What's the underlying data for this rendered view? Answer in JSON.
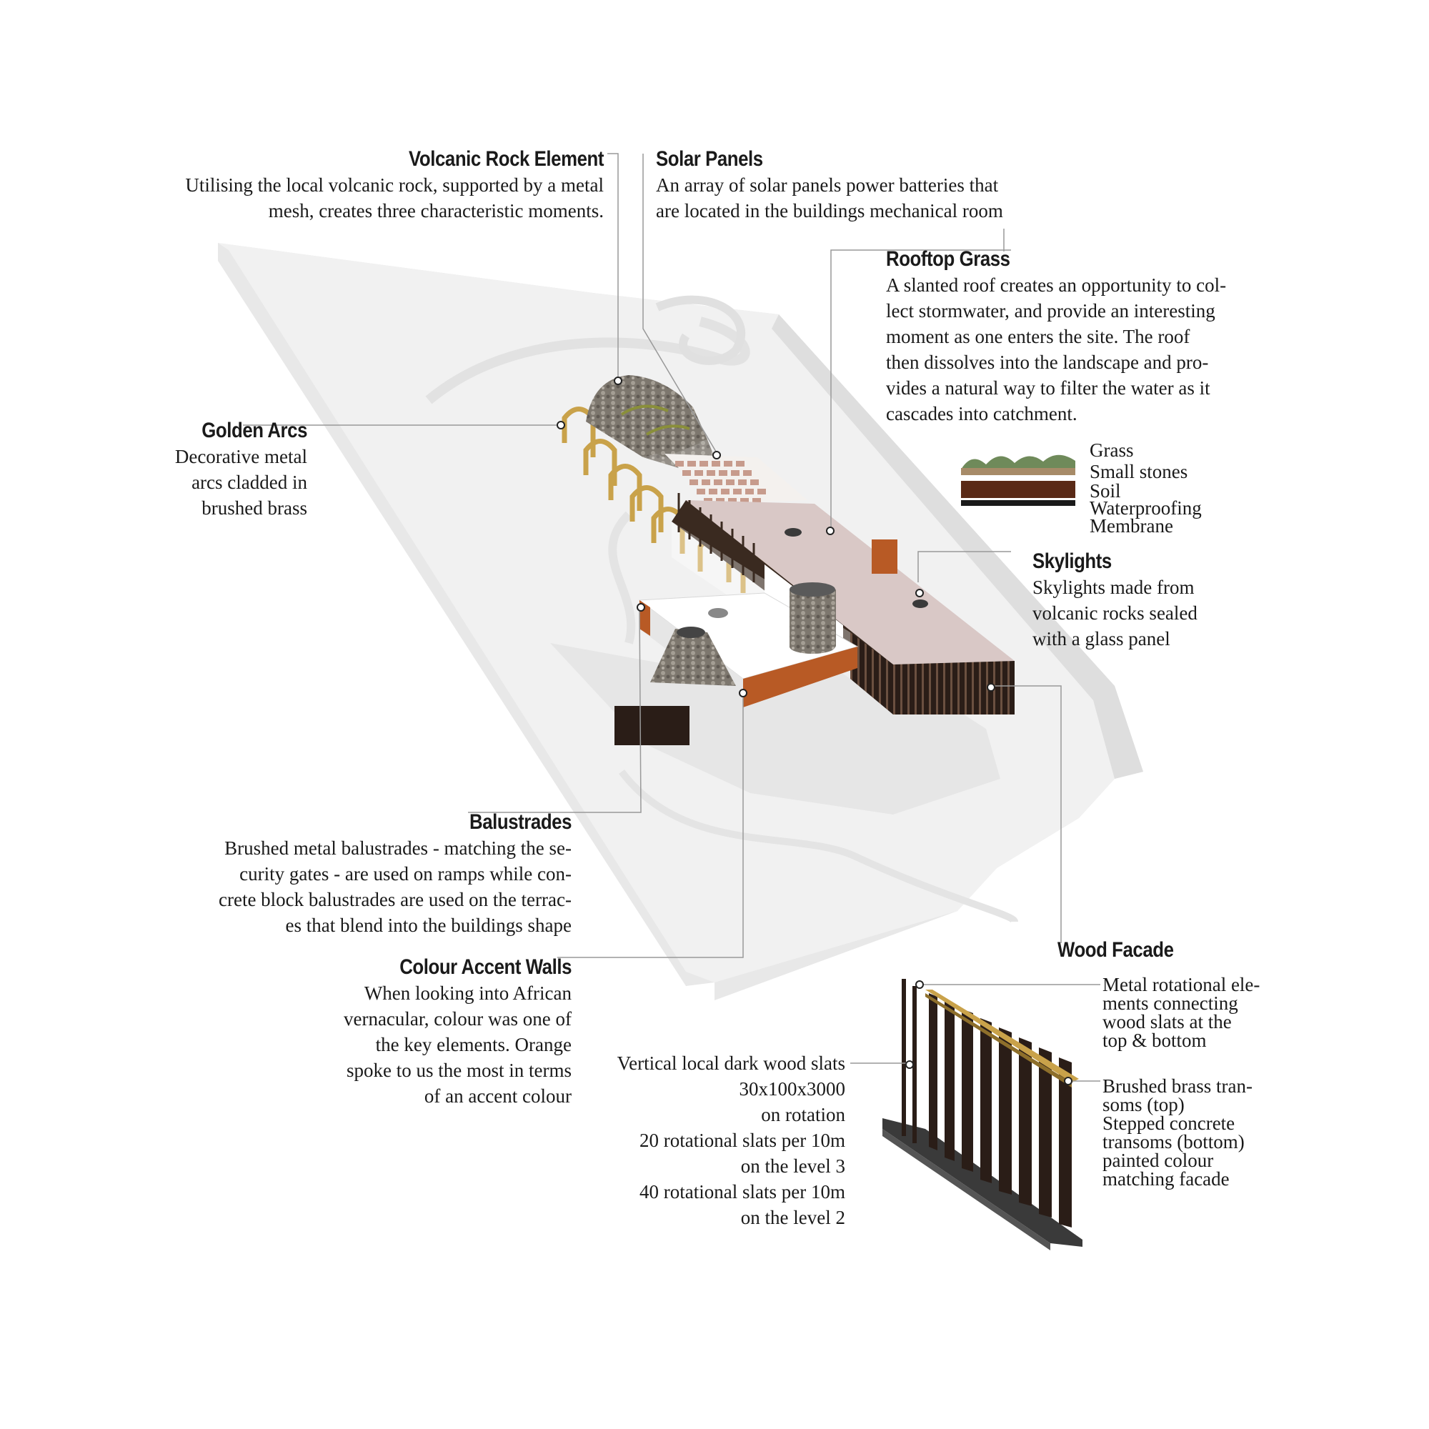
{
  "callouts": {
    "volcanic": {
      "title": "Volcanic Rock Element",
      "lines": [
        "Utilising the local volcanic rock, supported by a metal",
        "mesh, creates three characteristic moments."
      ]
    },
    "solar": {
      "title": "Solar Panels",
      "lines": [
        "An array of solar panels power batteries that",
        "are located in the buildings mechanical room"
      ]
    },
    "rooftop": {
      "title": "Rooftop Grass",
      "lines": [
        "A slanted roof creates an opportunity to col-",
        "lect stormwater, and provide an interesting",
        "moment as one enters the site. The roof",
        "then dissolves into the landscape and pro-",
        "vides a natural way to filter the water as it",
        "cascades into catchment."
      ]
    },
    "arcs": {
      "title": "Golden Arcs",
      "lines": [
        "Decorative metal",
        "arcs cladded in",
        "brushed brass"
      ]
    },
    "skylights": {
      "title": "Skylights",
      "lines": [
        "Skylights made from",
        "volcanic rocks sealed",
        "with a glass panel"
      ]
    },
    "balustrades": {
      "title": "Balustrades",
      "lines": [
        "Brushed metal balustrades - matching the se-",
        "curity gates - are used on ramps while con-",
        "crete block balustrades are used on the terrac-",
        "es that blend into the buildings shape"
      ]
    },
    "accent": {
      "title": "Colour Accent Walls",
      "lines": [
        "When looking into African",
        "vernacular, colour was one of",
        "the key elements.  Orange",
        "spoke to us the most in terms",
        "of  an accent colour"
      ]
    },
    "facade": {
      "title": "Wood Facade"
    },
    "rotational": {
      "lines": [
        "Metal rotational ele-",
        "ments connecting",
        "wood slats at the",
        "top & bottom"
      ]
    },
    "brass": {
      "lines": [
        "Brushed brass tran-",
        "soms (top)",
        "Stepped concrete",
        "transoms (bottom)",
        "painted colour",
        "matching facade"
      ]
    },
    "slats": {
      "lines": [
        "Vertical local dark wood slats",
        "30x100x3000",
        "on rotation",
        "20 rotational slats per 10m",
        "on the level 3",
        "40 rotational slats per 10m",
        "on the level 2"
      ]
    }
  },
  "roof_layers": [
    "Grass",
    "Small stones",
    "Soil",
    "Waterproofing",
    "Membrane"
  ],
  "colors": {
    "orange": "#b85a25",
    "brass": "#c9a24a",
    "dark_wood": "#2a1d17",
    "roof": "#d9c8c6",
    "site": "#ececec",
    "stone": "#7c756c"
  }
}
